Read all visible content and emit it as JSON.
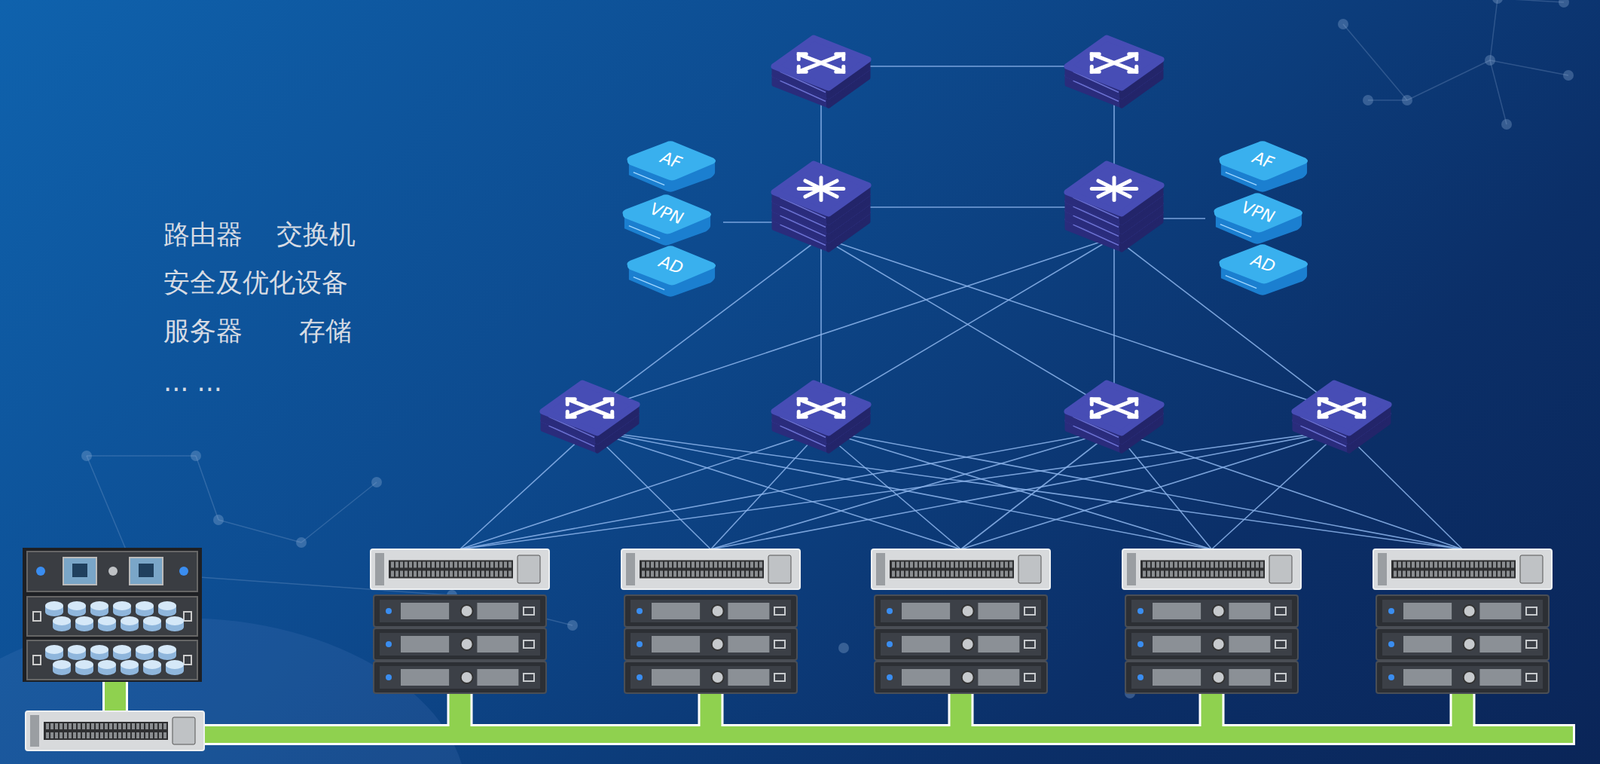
{
  "diagram": {
    "nodes": [
      {
        "text": [
          "AF"
        ]
      },
      {
        "text": [
          "VPN"
        ]
      },
      {
        "text": [
          "AD"
        ]
      },
      {
        "text": [
          "AF"
        ]
      },
      {
        "text": [
          "VPN"
        ]
      },
      {
        "text": [
          "AD"
        ]
      }
    ],
    "labels": [
      "路由器",
      "交换机",
      "安全及优化设备",
      "服务器",
      "存储",
      "... ..."
    ]
  }
}
